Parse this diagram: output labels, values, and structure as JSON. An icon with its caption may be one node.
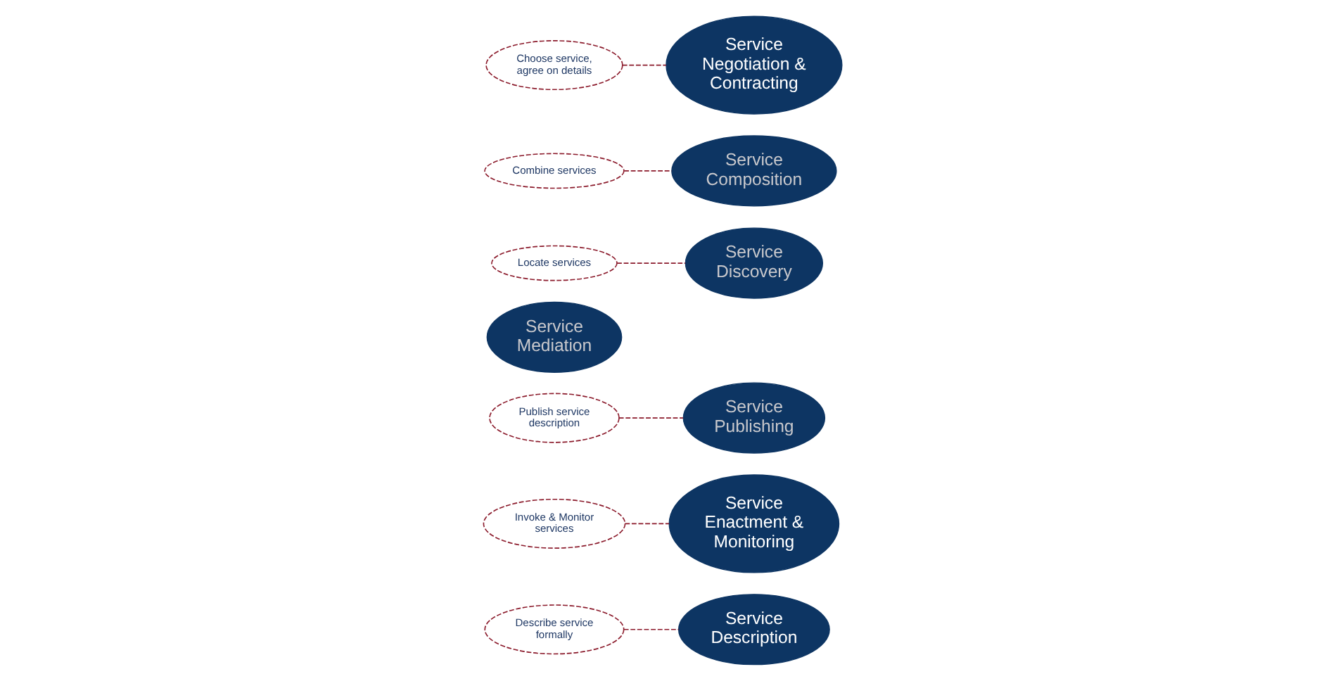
{
  "diagram": {
    "nodes": [
      {
        "text": [
          "Describe service formally"
        ]
      },
      {
        "text": [
          "Invoke & Monitor services"
        ]
      },
      {
        "text": [
          "Publish service description"
        ]
      },
      {
        "text": [
          "Service Description"
        ]
      },
      {
        "text": [
          "Service Enactment & Monitoring"
        ]
      },
      {
        "text": [
          "Service Publishing"
        ]
      },
      {
        "text": [
          "Service Mediation"
        ]
      },
      {
        "text": [
          "Locate services"
        ]
      },
      {
        "text": [
          "Service Discovery"
        ]
      },
      {
        "text": [
          "Service Composition"
        ]
      },
      {
        "text": [
          "Combine services"
        ]
      },
      {
        "text": [
          "Service Negotiation & Contracting"
        ]
      },
      {
        "text": [
          "Choose service, agree on details"
        ]
      }
    ],
    "edges": [
      {
        "from": 0,
        "to": 3,
        "arrow": "none",
        "style": "dashed"
      },
      {
        "from": 1,
        "to": 4,
        "arrow": "none",
        "style": "dashed"
      },
      {
        "from": 2,
        "to": 5,
        "arrow": "none",
        "style": "dashed"
      },
      {
        "from": 7,
        "to": 8,
        "arrow": "none",
        "style": "dashed"
      },
      {
        "from": 10,
        "to": 9,
        "arrow": "none",
        "style": "dashed"
      },
      {
        "from": 12,
        "to": 11,
        "arrow": "none",
        "style": "dashed"
      }
    ]
  }
}
